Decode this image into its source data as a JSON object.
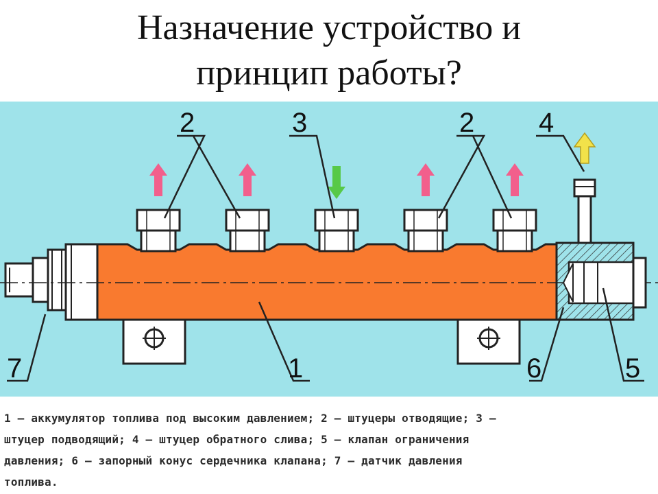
{
  "slide": {
    "title_line1": "Назначение устройство и",
    "title_line2": "принцип работы?"
  },
  "diagram": {
    "labels": {
      "fittings_left": "2",
      "inlet": "3",
      "fittings_right": "2",
      "return": "4",
      "accumulator": "1",
      "sensor": "7",
      "cone": "6",
      "valve": "5"
    },
    "colors": {
      "background": "#9fe3ea",
      "rail": "#f97a2f",
      "outlet_arrow": "#f25f8c",
      "inlet_arrow": "#57c948",
      "return_arrow": "#f2e24a"
    },
    "icons": [
      "outlet-arrow-icon",
      "inlet-arrow-icon",
      "return-arrow-icon",
      "mounting-hole-icon"
    ]
  },
  "caption": {
    "line1": "1 – аккумулятор топлива под высоким давлением; 2 – штуцеры отводящие; 3 –",
    "line2": "штуцер подводящий; 4 – штуцер обратного слива; 5 – клапан ограничения",
    "line3": "давления; 6 – запорный конус сердечника клапана; 7 – датчик давления",
    "line4": "топлива."
  }
}
